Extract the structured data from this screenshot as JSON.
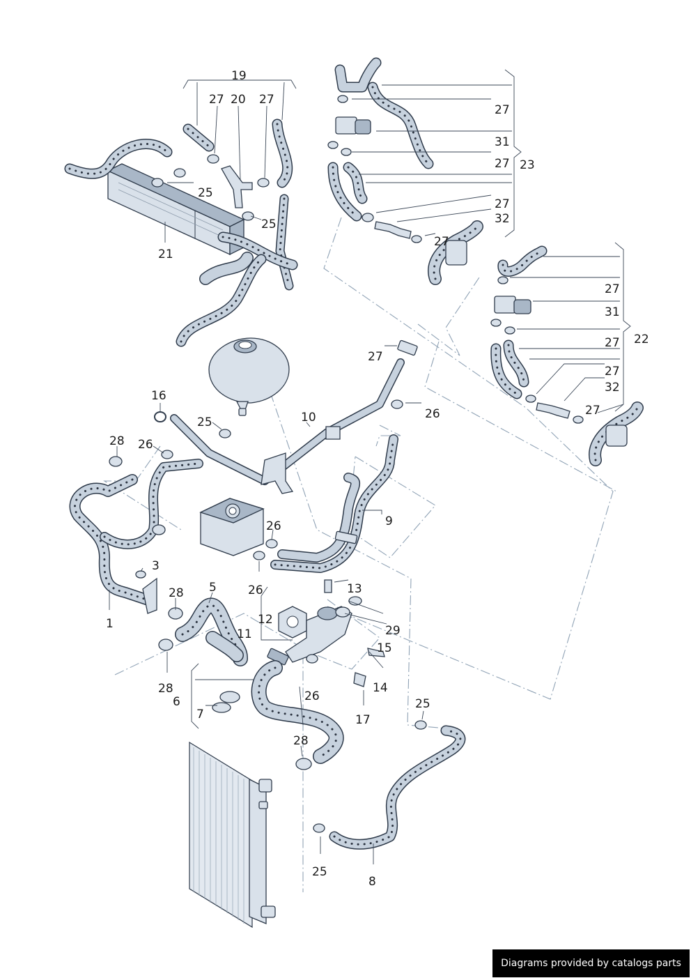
{
  "callouts": {
    "c19": "19",
    "c20": "20",
    "c27a": "27",
    "c27b": "27",
    "c25a": "25",
    "c25b": "25",
    "c21": "21",
    "c27c": "27",
    "c31a": "31",
    "c27d": "27",
    "c23": "23",
    "c27e": "27",
    "c32a": "32",
    "c27f": "27",
    "c27g": "27",
    "c31b": "31",
    "c27h": "27",
    "c22": "22",
    "c27i": "27",
    "c32b": "32",
    "c27j": "27",
    "c27k": "27",
    "c26a": "26",
    "c16": "16",
    "c10": "10",
    "c25c": "25",
    "c28a": "28",
    "c26b": "26",
    "c9": "9",
    "c26c": "26",
    "c3": "3",
    "c5": "5",
    "c26d": "26",
    "c13": "13",
    "c1": "1",
    "c28b": "28",
    "c12": "12",
    "c11": "11",
    "c29": "29",
    "c15": "15",
    "c28c": "28",
    "c6": "6",
    "c7": "7",
    "c26e": "26",
    "c14": "14",
    "c17": "17",
    "c25d": "25",
    "c28d": "28",
    "c25e": "25",
    "c8": "8"
  },
  "footer": {
    "credit": "Diagrams provided by catalogs parts"
  },
  "colors": {
    "hose": "#bcc8d6",
    "outline": "#2e3a4a",
    "dash": "#8fa2b5",
    "badge": "#000000"
  }
}
